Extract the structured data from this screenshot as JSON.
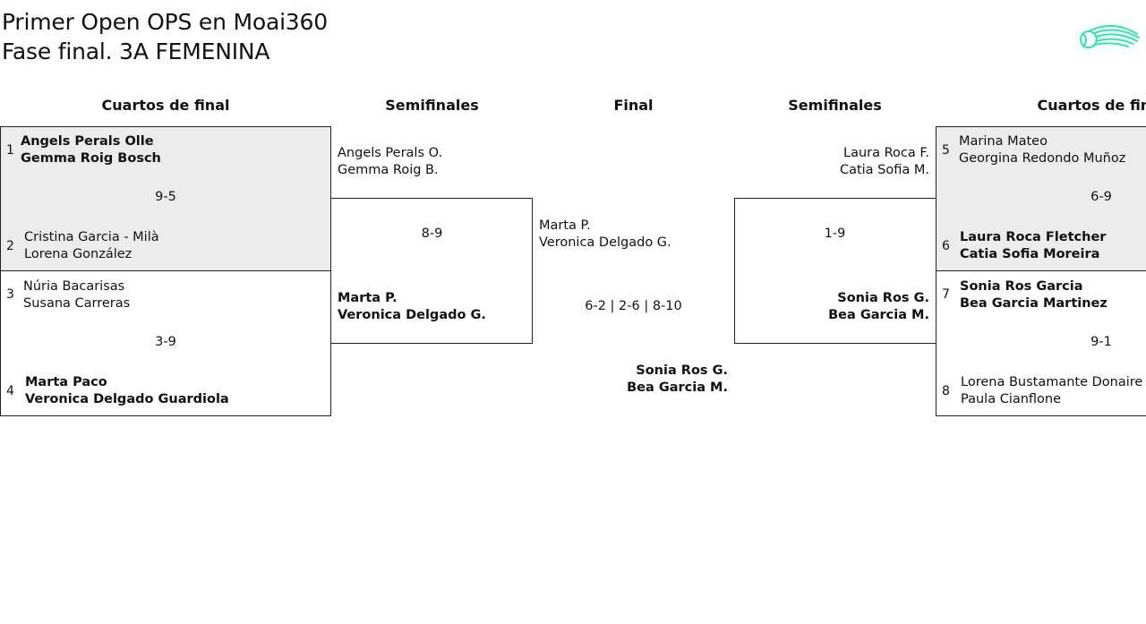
{
  "header": {
    "title_line1": "Primer Open OPS en Moai360",
    "title_line2": "Fase final. 3A FEMENINA",
    "logo_icon": "ball-swoosh-icon",
    "logo_color": "#2ee6b0"
  },
  "columns": {
    "left_qf": "Cuartos de final",
    "left_sf": "Semifinales",
    "final": "Final",
    "right_sf": "Semifinales",
    "right_qf": "Cuartos de final"
  },
  "left_qf": {
    "match1": {
      "seed_a": "1",
      "a1": "Angels Perals Olle",
      "a2": "Gemma Roig Bosch",
      "score": "9-5",
      "seed_b": "2",
      "b1": "Cristina Garcia - Milà",
      "b2": "Lorena González"
    },
    "match2": {
      "seed_a": "3",
      "a1": "Núria Bacarisas",
      "a2": "Susana Carreras",
      "score": "3-9",
      "seed_b": "4",
      "b1": "Marta Paco",
      "b2": "Veronica Delgado Guardiola"
    }
  },
  "left_sf": {
    "a1": "Angels Perals O.",
    "a2": "Gemma Roig B.",
    "score": "8-9",
    "b1": "Marta P.",
    "b2": "Veronica Delgado G."
  },
  "final": {
    "a1": "Marta P.",
    "a2": "Veronica Delgado G.",
    "score": "6-2 | 2-6 | 8-10",
    "b1": "Sonia Ros G.",
    "b2": "Bea Garcia M."
  },
  "right_sf": {
    "a1": "Laura Roca F.",
    "a2": "Catia Sofia M.",
    "score": "1-9",
    "b1": "Sonia Ros G.",
    "b2": "Bea Garcia M."
  },
  "right_qf": {
    "match1": {
      "seed_a": "5",
      "a1": "Marina Mateo",
      "a2": "Georgina Redondo Muñoz",
      "score": "6-9",
      "seed_b": "6",
      "b1": "Laura Roca Fletcher",
      "b2": "Catia Sofia Moreira"
    },
    "match2": {
      "seed_a": "7",
      "a1": "Sonia Ros Garcia",
      "a2": "Bea Garcia Martinez",
      "score": "9-1",
      "seed_b": "8",
      "b1": "Lorena Bustamante Donaire",
      "b2": "Paula Cianflone"
    }
  }
}
